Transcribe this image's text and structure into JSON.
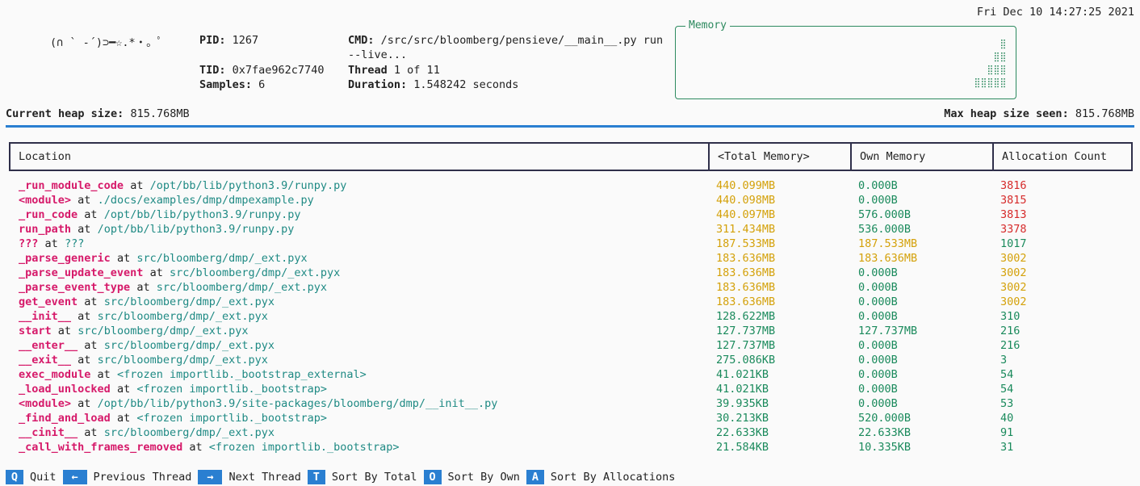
{
  "clock": "Fri Dec 10 14:27:25 2021",
  "kaomoji": "(∩ ` -´)⊃━☆.*・。ﾟ",
  "pid": {
    "label": "PID:",
    "value": "1267"
  },
  "tid": {
    "label": "TID:",
    "value": "0x7fae962c7740"
  },
  "samples": {
    "label": "Samples:",
    "value": "6"
  },
  "cmd": {
    "label": "CMD:",
    "value": "/src/src/bloomberg/pensieve/__main__.py run",
    "cont": "--live..."
  },
  "thread": {
    "label": "Thread",
    "value": "1 of 11"
  },
  "duration": {
    "label": "Duration:",
    "value": "1.548242 seconds"
  },
  "memory_panel": {
    "title": "Memory",
    "spark": "⣿\n⣸⣿\n⢸⣿⣿\n⣿⣿⣿⣿⣿"
  },
  "heap": {
    "current_label": "Current heap size:",
    "current_value": "815.768MB",
    "max_label": "Max heap size seen:",
    "max_value": "815.768MB"
  },
  "table": {
    "headers": [
      "Location",
      "<Total Memory>",
      "Own Memory",
      "Allocation Count"
    ],
    "rows": [
      {
        "fn": "_run_module_code",
        "file": "/opt/bb/lib/python3.9/runpy.py",
        "total": "440.099MB",
        "own": "0.000B",
        "count": "3816",
        "tc": "yellow",
        "oc": "green",
        "cc": "red"
      },
      {
        "fn": "<module>",
        "file": "./docs/examples/dmp/dmpexample.py",
        "total": "440.098MB",
        "own": "0.000B",
        "count": "3815",
        "tc": "yellow",
        "oc": "green",
        "cc": "red"
      },
      {
        "fn": "_run_code",
        "file": "/opt/bb/lib/python3.9/runpy.py",
        "total": "440.097MB",
        "own": "576.000B",
        "count": "3813",
        "tc": "yellow",
        "oc": "green",
        "cc": "red"
      },
      {
        "fn": "run_path",
        "file": "/opt/bb/lib/python3.9/runpy.py",
        "total": "311.434MB",
        "own": "536.000B",
        "count": "3378",
        "tc": "yellow",
        "oc": "green",
        "cc": "red"
      },
      {
        "fn": "???",
        "file": "???",
        "total": "187.533MB",
        "own": "187.533MB",
        "count": "1017",
        "tc": "yellow",
        "oc": "yellow",
        "cc": "green"
      },
      {
        "fn": "_parse_generic",
        "file": "src/bloomberg/dmp/_ext.pyx",
        "total": "183.636MB",
        "own": "183.636MB",
        "count": "3002",
        "tc": "yellow",
        "oc": "yellow",
        "cc": "yellow"
      },
      {
        "fn": "_parse_update_event",
        "file": "src/bloomberg/dmp/_ext.pyx",
        "total": "183.636MB",
        "own": "0.000B",
        "count": "3002",
        "tc": "yellow",
        "oc": "green",
        "cc": "yellow"
      },
      {
        "fn": "_parse_event_type",
        "file": "src/bloomberg/dmp/_ext.pyx",
        "total": "183.636MB",
        "own": "0.000B",
        "count": "3002",
        "tc": "yellow",
        "oc": "green",
        "cc": "yellow"
      },
      {
        "fn": "get_event",
        "file": "src/bloomberg/dmp/_ext.pyx",
        "total": "183.636MB",
        "own": "0.000B",
        "count": "3002",
        "tc": "yellow",
        "oc": "green",
        "cc": "yellow"
      },
      {
        "fn": "__init__",
        "file": "src/bloomberg/dmp/_ext.pyx",
        "total": "128.622MB",
        "own": "0.000B",
        "count": "310",
        "tc": "green",
        "oc": "green",
        "cc": "green"
      },
      {
        "fn": "start",
        "file": "src/bloomberg/dmp/_ext.pyx",
        "total": "127.737MB",
        "own": "127.737MB",
        "count": "216",
        "tc": "green",
        "oc": "green",
        "cc": "green"
      },
      {
        "fn": "__enter__",
        "file": "src/bloomberg/dmp/_ext.pyx",
        "total": "127.737MB",
        "own": "0.000B",
        "count": "216",
        "tc": "green",
        "oc": "green",
        "cc": "green"
      },
      {
        "fn": "__exit__",
        "file": "src/bloomberg/dmp/_ext.pyx",
        "total": "275.086KB",
        "own": "0.000B",
        "count": "3",
        "tc": "green",
        "oc": "green",
        "cc": "green"
      },
      {
        "fn": "exec_module",
        "file": "<frozen importlib._bootstrap_external>",
        "total": "41.021KB",
        "own": "0.000B",
        "count": "54",
        "tc": "green",
        "oc": "green",
        "cc": "green"
      },
      {
        "fn": "_load_unlocked",
        "file": "<frozen importlib._bootstrap>",
        "total": "41.021KB",
        "own": "0.000B",
        "count": "54",
        "tc": "green",
        "oc": "green",
        "cc": "green"
      },
      {
        "fn": "<module>",
        "file": "/opt/bb/lib/python3.9/site-packages/bloomberg/dmp/__init__.py",
        "total": "39.935KB",
        "own": "0.000B",
        "count": "53",
        "tc": "green",
        "oc": "green",
        "cc": "green"
      },
      {
        "fn": "_find_and_load",
        "file": "<frozen importlib._bootstrap>",
        "total": "30.213KB",
        "own": "520.000B",
        "count": "40",
        "tc": "green",
        "oc": "green",
        "cc": "green"
      },
      {
        "fn": "__cinit__",
        "file": "src/bloomberg/dmp/_ext.pyx",
        "total": "22.633KB",
        "own": "22.633KB",
        "count": "91",
        "tc": "green",
        "oc": "green",
        "cc": "green"
      },
      {
        "fn": "_call_with_frames_removed",
        "file": "<frozen importlib._bootstrap>",
        "total": "21.584KB",
        "own": "10.335KB",
        "count": "31",
        "tc": "green",
        "oc": "green",
        "cc": "green"
      }
    ],
    "at_word": "at"
  },
  "footer": [
    {
      "key": "Q",
      "label": "Quit"
    },
    {
      "key": "←",
      "label": "Previous Thread"
    },
    {
      "key": "→",
      "label": "Next Thread"
    },
    {
      "key": "T",
      "label": "Sort By Total"
    },
    {
      "key": "O",
      "label": "Sort By Own"
    },
    {
      "key": "A",
      "label": "Sort By Allocations"
    }
  ],
  "colors": {
    "accent": "#2a7fd1",
    "function": "#d61a6a",
    "file": "#1f8a84",
    "yellow": "#d4a10a",
    "green": "#1a8a5c",
    "red": "#d62a2a",
    "panel_border": "#2d8a5f"
  }
}
